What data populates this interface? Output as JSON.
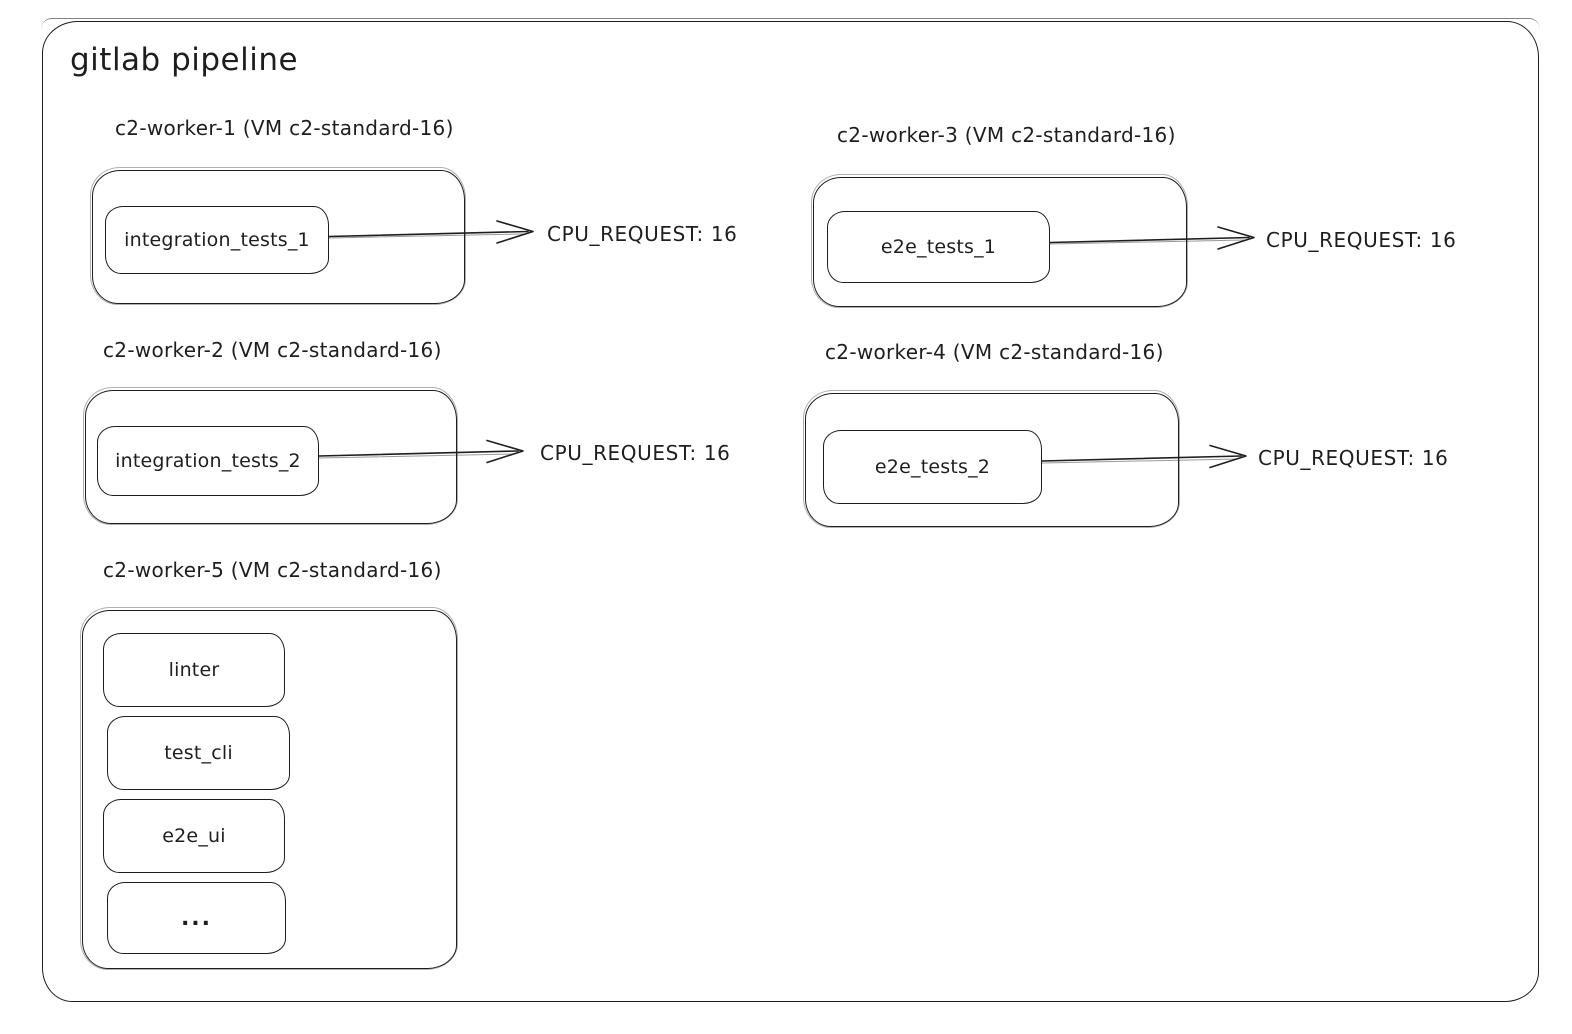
{
  "title": "gitlab pipeline",
  "workers": [
    {
      "label": "c2-worker-1 (VM c2-standard-16)",
      "jobs": [
        "integration_tests_1"
      ],
      "annotation": "CPU_REQUEST: 16"
    },
    {
      "label": "c2-worker-2 (VM c2-standard-16)",
      "jobs": [
        "integration_tests_2"
      ],
      "annotation": "CPU_REQUEST: 16"
    },
    {
      "label": "c2-worker-3 (VM c2-standard-16)",
      "jobs": [
        "e2e_tests_1"
      ],
      "annotation": "CPU_REQUEST: 16"
    },
    {
      "label": "c2-worker-4 (VM c2-standard-16)",
      "jobs": [
        "e2e_tests_2"
      ],
      "annotation": "CPU_REQUEST: 16"
    },
    {
      "label": "c2-worker-5 (VM c2-standard-16)",
      "jobs": [
        "linter",
        "test_cli",
        "e2e_ui",
        "..."
      ]
    }
  ],
  "colors": {
    "stroke": "#1e1e1e",
    "background": "#ffffff"
  }
}
